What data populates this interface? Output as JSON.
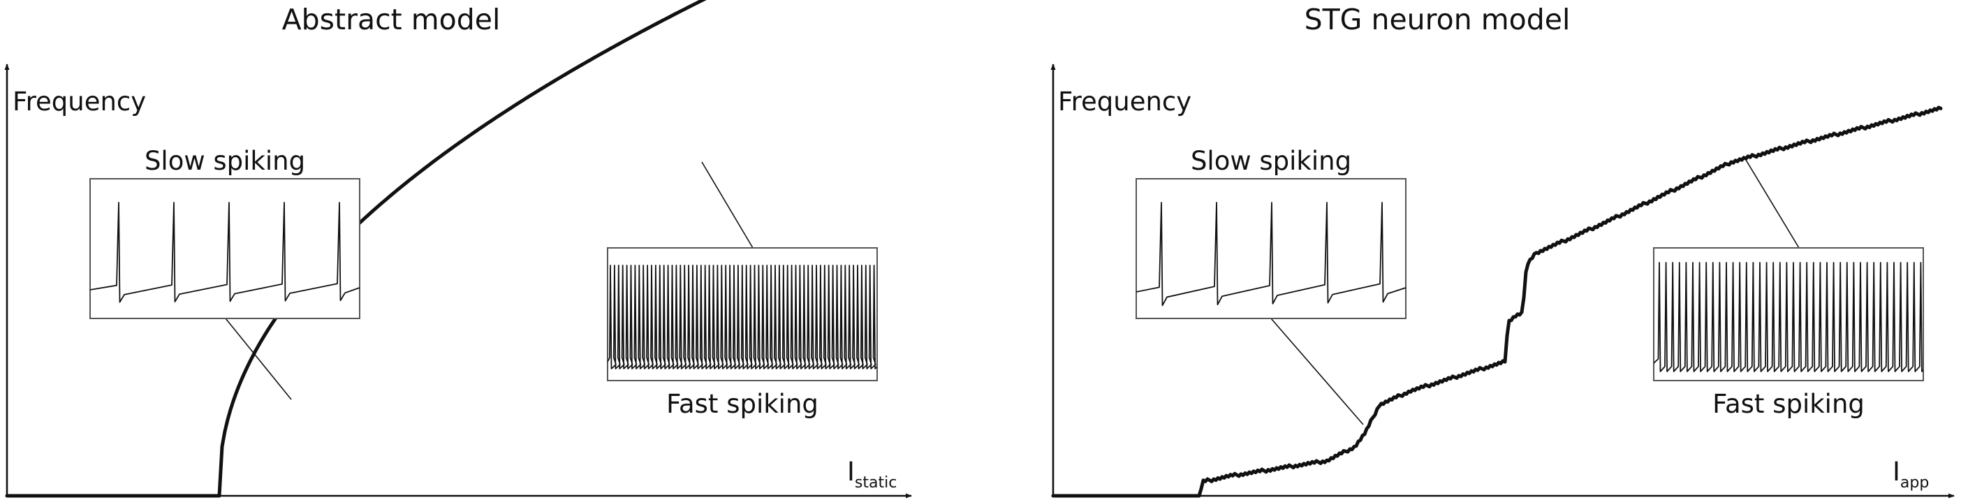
{
  "panels": [
    {
      "title": "Abstract model",
      "ylabel": "Frequency",
      "xlabel_main": "I",
      "xlabel_sub": "static",
      "inset_slow_label": "Slow spiking",
      "inset_fast_label": "Fast spiking"
    },
    {
      "title": "STG neuron model",
      "ylabel": "Frequency",
      "xlabel_main": "I",
      "xlabel_sub": "app",
      "inset_slow_label": "Slow spiking",
      "inset_fast_label": "Fast spiking"
    }
  ],
  "colors": {
    "ink": "#111111",
    "box": "#555555",
    "background": "#ffffff"
  }
}
